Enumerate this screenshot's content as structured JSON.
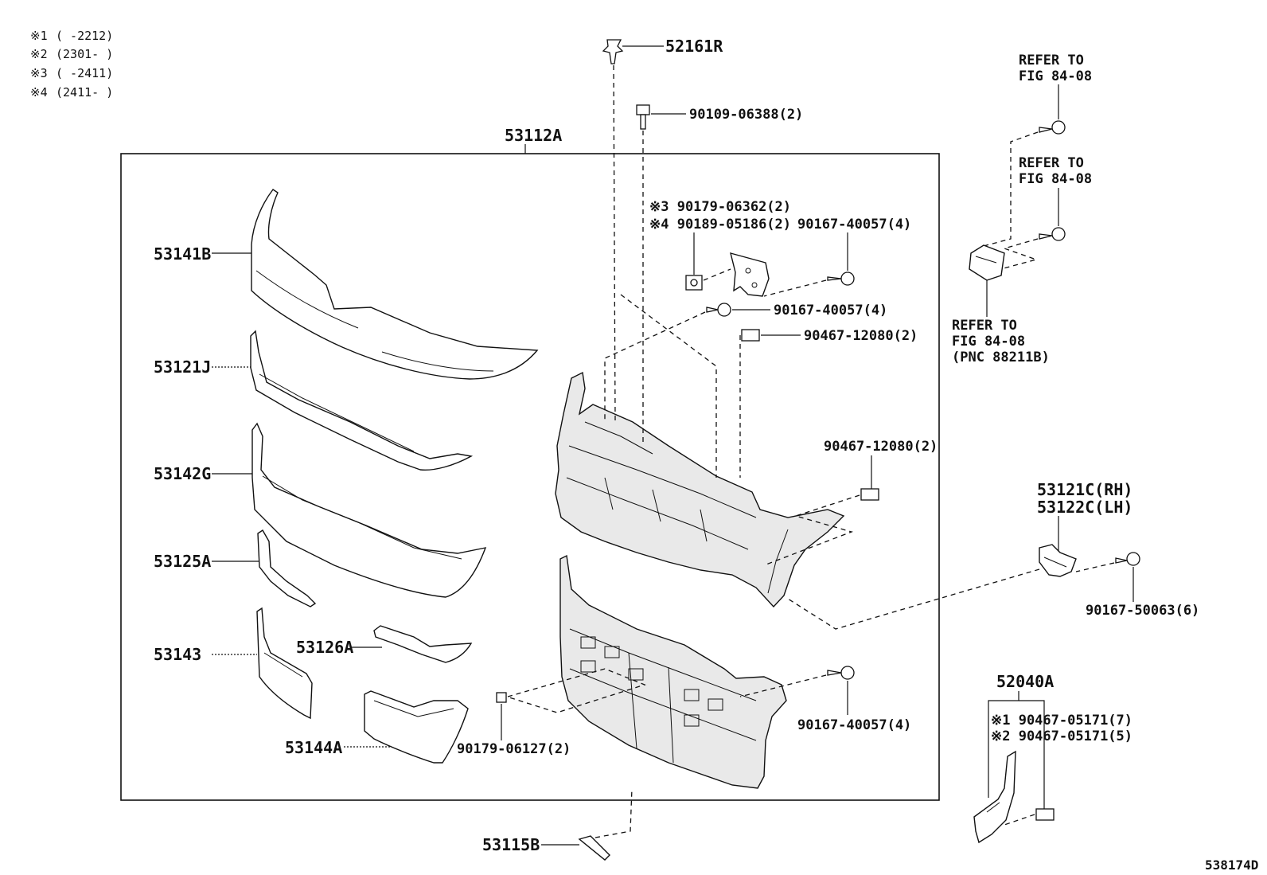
{
  "notes": [
    {
      "mark": "※1",
      "range": "(      -2212)"
    },
    {
      "mark": "※2",
      "range": "(2301-      )"
    },
    {
      "mark": "※3",
      "range": "(      -2411)"
    },
    {
      "mark": "※4",
      "range": "(2411-      )"
    }
  ],
  "assembly": {
    "number": "53112A"
  },
  "parts": {
    "p52161R": "52161R",
    "p90109": "90109-06388(2)",
    "p90179_06362": "※3 90179-06362(2)",
    "p90189_05186": "※4 90189-05186(2)",
    "p90167_a": "90167-40057(4)",
    "p90167_b": "90167-40057(4)",
    "p90467_a": "90467-12080(2)",
    "p90467_b": "90467-12080(2)",
    "p90167_c": "90167-40057(4)",
    "p90179_06127": "90179-06127(2)",
    "p53141B": "53141B",
    "p53121J": "53121J",
    "p53142G": "53142G",
    "p53125A": "53125A",
    "p53143": "53143",
    "p53126A": "53126A",
    "p53144A": "53144A",
    "p53115B": "53115B",
    "p53121C": "53121C(RH)",
    "p53122C": "53122C(LH)",
    "p90167_50063": "90167-50063(6)",
    "p52040A": "52040A",
    "p90467_05171_1": "※1 90467-05171(7)",
    "p90467_05171_2": "※2 90467-05171(5)"
  },
  "refs": {
    "ref1_l1": "REFER TO",
    "ref1_l2": "FIG 84-08",
    "ref2_l1": "REFER TO",
    "ref2_l2": "FIG 84-08",
    "ref3_l1": "REFER TO",
    "ref3_l2": "FIG 84-08",
    "ref3_l3": "(PNC 88211B)"
  },
  "figure_id": "538174D"
}
